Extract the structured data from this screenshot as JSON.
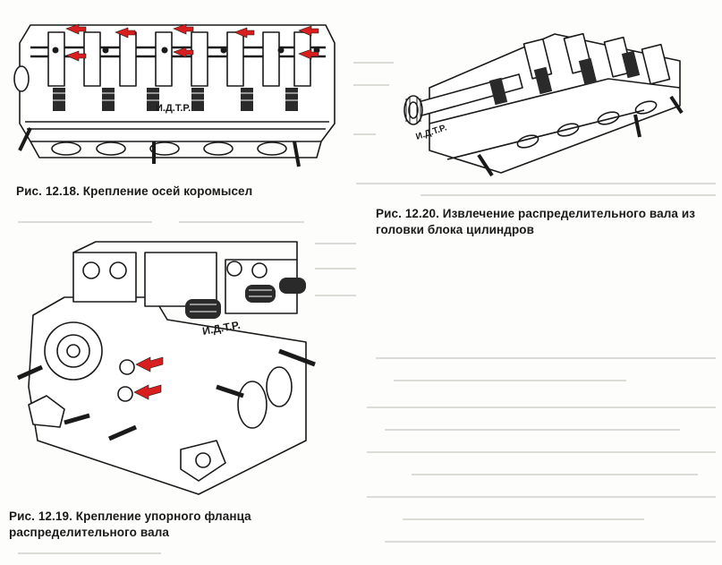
{
  "figures": [
    {
      "id": "fig-12-18",
      "caption": "Рис. 12.18. Крепление осей коромысел",
      "watermark": "И.Д.Т.Р."
    },
    {
      "id": "fig-12-20",
      "caption": "Рис. 12.20. Извлечение распределительного вала из головки блока цилиндров",
      "watermark": "И.Д.Т.Р."
    },
    {
      "id": "fig-12-19",
      "caption": "Рис. 12.19. Крепление упорного фланца распределительного вала",
      "watermark": "И.Д.Т.Р."
    }
  ],
  "colors": {
    "ink": "#1a1a1a",
    "arrow": "#d81e1e",
    "paper": "#fdfdfb",
    "bleed": "#d7d7d2"
  },
  "icons": {
    "arrow": "red-pointer-arrow-icon"
  }
}
